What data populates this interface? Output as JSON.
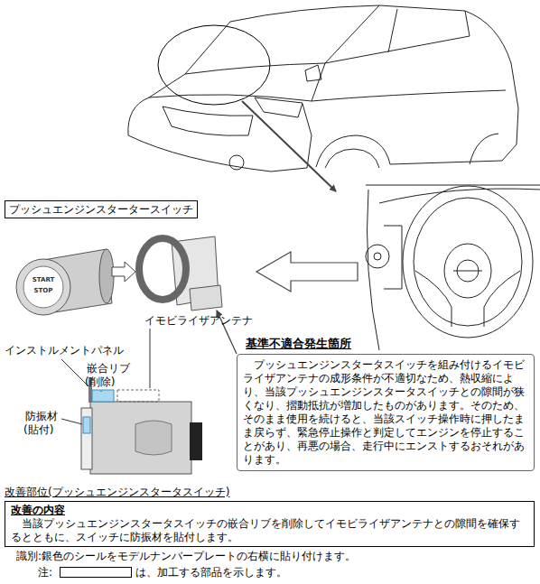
{
  "diagram": {
    "nodes": [
      {
        "text": [
          "プッシュエンジンスタータースイッチ"
        ]
      },
      {
        "text": [
          "基準不適合発生箇所",
          "プッシュエンジンスタータスイッチを組み付けるイモビライザアンテナの成形条件が不適切なため、熱収縮により、当該プッシュエンジンスタータスイッチとの隙間が狭くなり、摺動抵抗が増加したものがあります。そのため、そのまま使用を続けると、当該スイッチ操作時に押したまま戻らず、緊急停止操作と判定してエンジンを停止することがあり、再悪の場合、走行中にエンストするおそれがあります。"
        ]
      },
      {
        "text": [
          "改善の内容",
          "当該プッシュエンジンスタータスイッチの嵌合リブを削除してイモビライザアンテナとの隙間を確保するとともに、スイッチに防振材を貼付します。"
        ]
      }
    ],
    "labels": [
      "イモビライザアンテナ",
      "インストルメントパネル",
      "嵌合リブ",
      "(削除)",
      "防振材",
      "(貼付)",
      "START",
      "STOP",
      "改善部位(プッシュエンジンスタータスイッチ)",
      "識別:銀色のシールをモデルナンバープレートの右横に貼り付けます。",
      "注:"
    ],
    "legend": [
      {
        "text": "は、加工する部品を示します。"
      }
    ]
  }
}
